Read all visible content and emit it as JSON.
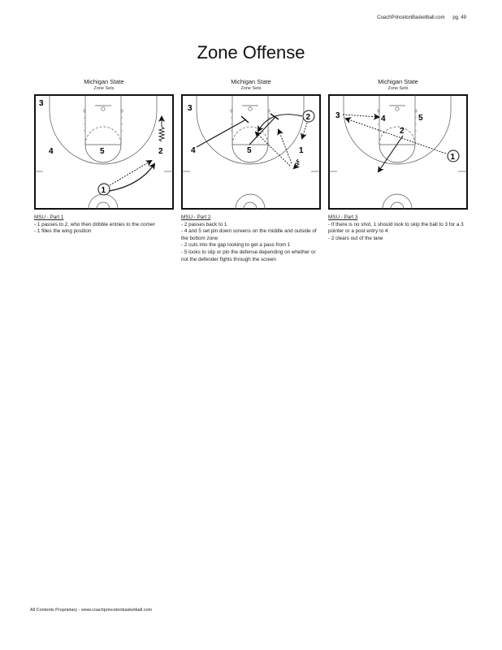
{
  "header": {
    "site": "CoachPrincetonBasketball.com",
    "page": "pg. 49"
  },
  "title": "Zone Offense",
  "panels": [
    {
      "team": "Michigan State",
      "subtitle": "Zone Sets",
      "notes_title": "MSU - Part 1",
      "notes": [
        "- 1 passes to 2, who then dribble entries to the corner",
        "- 1 filles the wing position"
      ],
      "players": {
        "p1": "1",
        "p2": "2",
        "p3": "3",
        "p4": "4",
        "p5": "5"
      }
    },
    {
      "team": "Michigan State",
      "subtitle": "Zone Sets",
      "notes_title": "MSU - Part 2",
      "notes": [
        "- 2 passes back to 1",
        "- 4 and 5 set pin down screens on the middle and outside of the bottom zone",
        "- 2 cuts into the gap looking to get a pass from 1",
        "- 5 looks to slip or pin the defense depending on whether or not the defender fights through the screen"
      ],
      "players": {
        "p1": "1",
        "p2": "2",
        "p3": "3",
        "p4": "4",
        "p5": "5"
      }
    },
    {
      "team": "Michigan State",
      "subtitle": "Zone Sets",
      "notes_title": "MSU - Part 3",
      "notes": [
        "- If there is no shot, 1 should look to skip the ball to 3 for a 3 pointer or a post entry to 4",
        "- 2 clears out of the lane"
      ],
      "players": {
        "p1": "1",
        "p2": "2",
        "p3": "3",
        "p4": "4",
        "p5": "5"
      }
    }
  ],
  "footer": "All Contents Proprietary - www.coachprincetonbasketball.com"
}
